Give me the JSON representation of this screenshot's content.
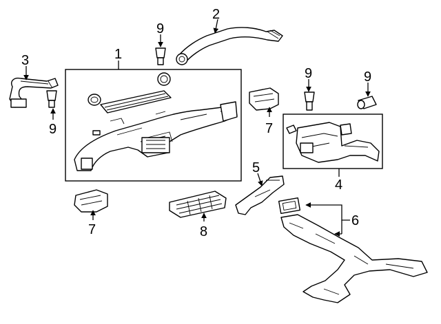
{
  "diagram": {
    "callouts": {
      "c1": "1",
      "c2": "2",
      "c3": "3",
      "c4": "4",
      "c5": "5",
      "c6": "6",
      "c7a": "7",
      "c7b": "7",
      "c8": "8",
      "c9a": "9",
      "c9b": "9",
      "c9c": "9",
      "c9d": "9"
    }
  }
}
